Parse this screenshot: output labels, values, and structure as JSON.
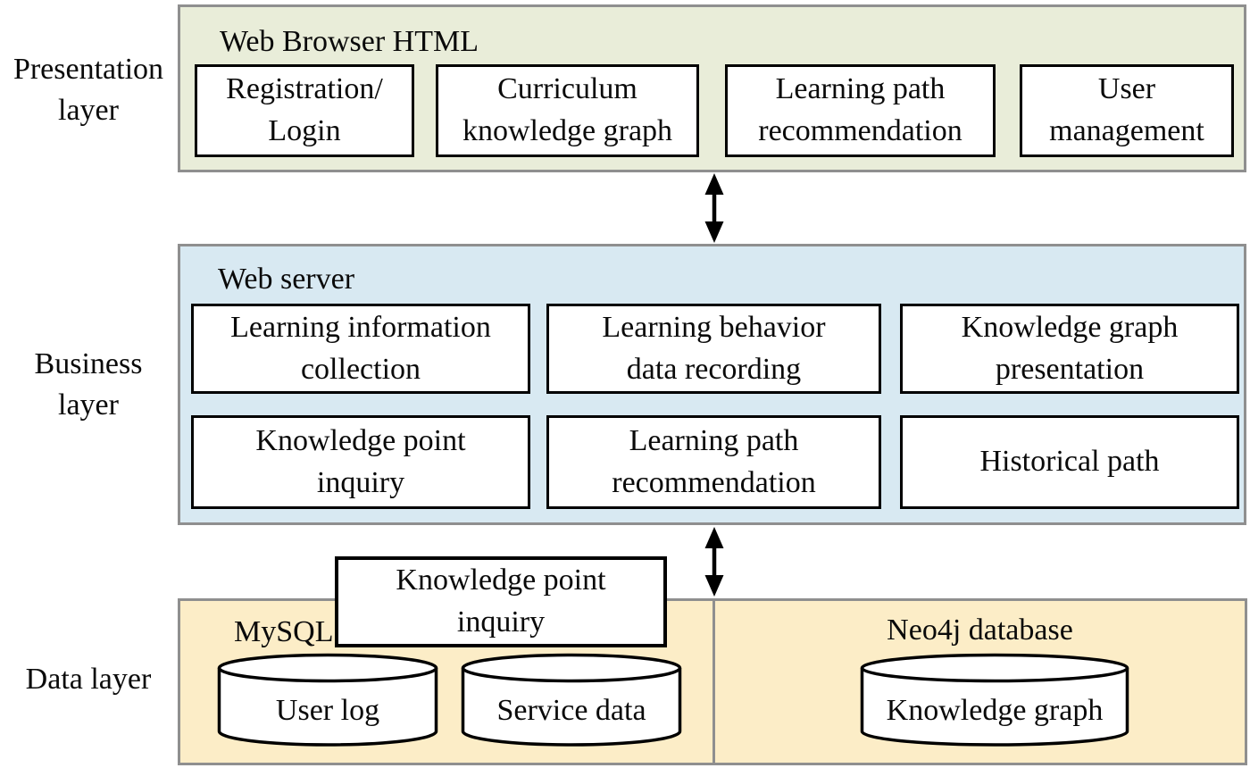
{
  "side_labels": {
    "presentation": "Presentation\nlayer",
    "business": "Business\nlayer",
    "data": "Data layer"
  },
  "presentation_layer": {
    "title": "Web Browser HTML",
    "modules": [
      "Registration/\nLogin",
      "Curriculum\nknowledge graph",
      "Learning path\nrecommendation",
      "User\nmanagement"
    ]
  },
  "business_layer": {
    "title": "Web server",
    "modules_row1": [
      "Learning information\ncollection",
      "Learning behavior\ndata recording",
      "Knowledge graph\npresentation"
    ],
    "modules_row2": [
      "Knowledge point\ninquiry",
      "Learning path\nrecommendation",
      "Historical path"
    ]
  },
  "data_layer": {
    "mysql": {
      "title": "MySQL",
      "stores": [
        "User log",
        "Service data"
      ]
    },
    "neo4j": {
      "title": "Neo4j database",
      "stores": [
        "Knowledge graph"
      ]
    }
  },
  "overlay_box": {
    "label": "Knowledge point\ninquiry"
  },
  "colors": {
    "presentation_bg": "#e9edd9",
    "business_bg": "#d8e9f2",
    "data_bg": "#fcedc7",
    "panel_border": "#8f8f8f",
    "box_border": "#000000",
    "arrow": "#000000"
  }
}
